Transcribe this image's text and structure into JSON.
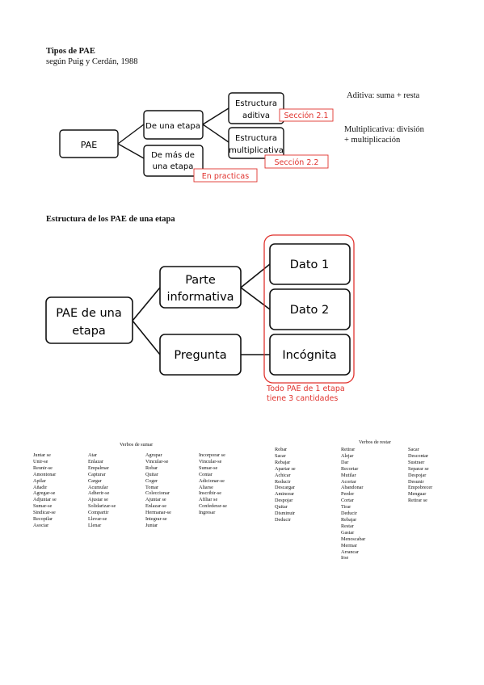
{
  "header": {
    "title": "Tipos de PAE",
    "subtitle": "según Puig y Cerdán, 1988"
  },
  "diagram1": {
    "root": "PAE",
    "branch1": "De una etapa",
    "branch2_line1": "De más de",
    "branch2_line2": "una etapa",
    "leaf1_line1": "Estructura",
    "leaf1_line2": "aditiva",
    "leaf2_line1": "Estructura",
    "leaf2_line2": "multiplicativa",
    "tag1": "Sección 2.1",
    "tag2": "Sección 2.2",
    "tag3": "En practicas",
    "note1": "Aditiva: suma + resta",
    "note2_line1": "Multiplicativa: división",
    "note2_line2": "+ multiplicación"
  },
  "section2": {
    "title": "Estructura de los PAE de una etapa"
  },
  "diagram2": {
    "root_line1": "PAE de una",
    "root_line2": "etapa",
    "info_line1": "Parte",
    "info_line2": "informativa",
    "question": "Pregunta",
    "data1": "Dato 1",
    "data2": "Dato 2",
    "unknown": "Incógnita",
    "caption_line1": "Todo PAE de 1 etapa",
    "caption_line2": "tiene 3 cantidades"
  },
  "verbs_add": {
    "title": "Verbos de sumar",
    "col1": [
      "Juntar se",
      "Unir-se",
      "Reunir-se",
      "Amontonar",
      "Apilar",
      "Añadir",
      "Agregar-se",
      "Adjuntar se",
      "Sumar-se",
      "Sindicar-se",
      "Recopilar",
      "Asociar"
    ],
    "col2": [
      "Atar",
      "Enlazar",
      "Empalmar",
      "Capturar",
      "Cargar",
      "Acumular",
      "Adherir-se",
      "Ajustar se",
      "Solidarizar-se",
      "Compartir",
      "Llevar-se",
      "Llenar"
    ],
    "col3": [
      "Agrupar",
      "Vincular-se",
      "Robar",
      "Quitar",
      "Coger",
      "Tomar",
      "Coleccionar",
      "Ajuntar se",
      "Enlazar-se",
      "Hermanar-se",
      "Integrar-se",
      "Juntar"
    ],
    "col4": [
      "Incorporar se",
      "Vincular-se",
      "Sumar-se",
      "Contar",
      "Adicionar-se",
      "Aliarse",
      "Inscribir-se",
      "Afiliar se",
      "Confederar-se",
      "Ingresar"
    ]
  },
  "verbs_sub": {
    "title": "Verbos de restar",
    "col1": [
      "Robar",
      "Sacar",
      "Rebajar",
      "Apartar se",
      "Achicar",
      "Reducir",
      "Descargar",
      "Aminorar",
      "Despojar",
      "Quitar",
      "Disminuir",
      "Deducir"
    ],
    "col2": [
      "Retirar",
      "Alejar",
      "Dar",
      "Recortar",
      "Mutilar",
      "Acortar",
      "Abandonar",
      "Perder",
      "Cortar",
      "Tirar",
      "Deducir",
      "Rebajar",
      "Restar",
      "Gastar",
      "Menoscabar",
      "Mermar",
      "Arrancar",
      "Irse"
    ],
    "col3": [
      "Sacar",
      "Descontar",
      "Sustraer",
      "Separar se",
      "Despojar",
      "Desunir",
      "Empobrecer",
      "Menguar",
      "Retirar se"
    ]
  },
  "colors": {
    "accent_red": "#e0332e",
    "stroke": "#111111"
  }
}
